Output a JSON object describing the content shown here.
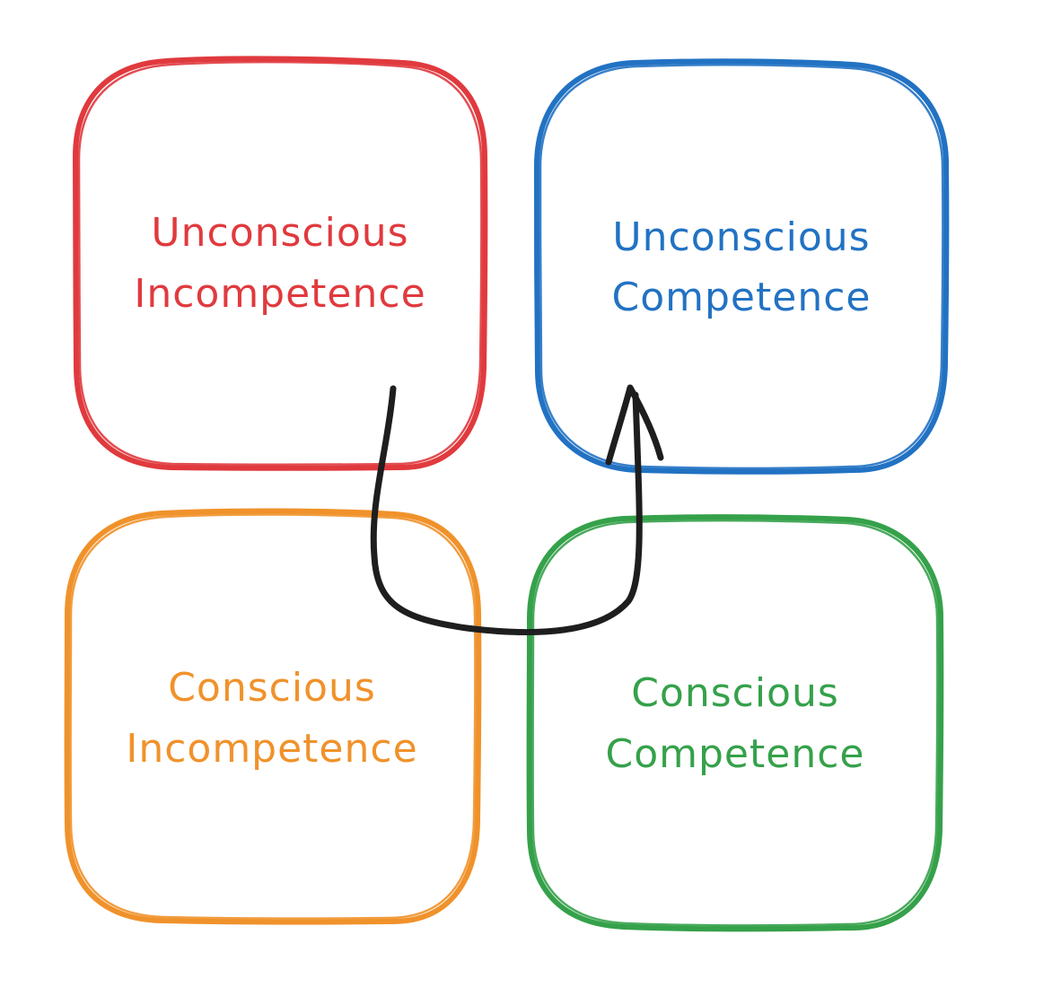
{
  "diagram": {
    "boxes": [
      {
        "id": "unconscious-incompetence",
        "line1": "Unconscious",
        "line2": "Incompetence",
        "color": "#e03a3e"
      },
      {
        "id": "unconscious-competence",
        "line1": "Unconscious",
        "line2": "Competence",
        "color": "#2272c3"
      },
      {
        "id": "conscious-incompetence",
        "line1": "Conscious",
        "line2": "Incompetence",
        "color": "#f0922b"
      },
      {
        "id": "conscious-competence",
        "line1": "Conscious",
        "line2": "Competence",
        "color": "#35a14a"
      }
    ],
    "arrow": {
      "from": "unconscious-incompetence",
      "to": "unconscious-competence",
      "color": "#1e1e1e"
    }
  }
}
